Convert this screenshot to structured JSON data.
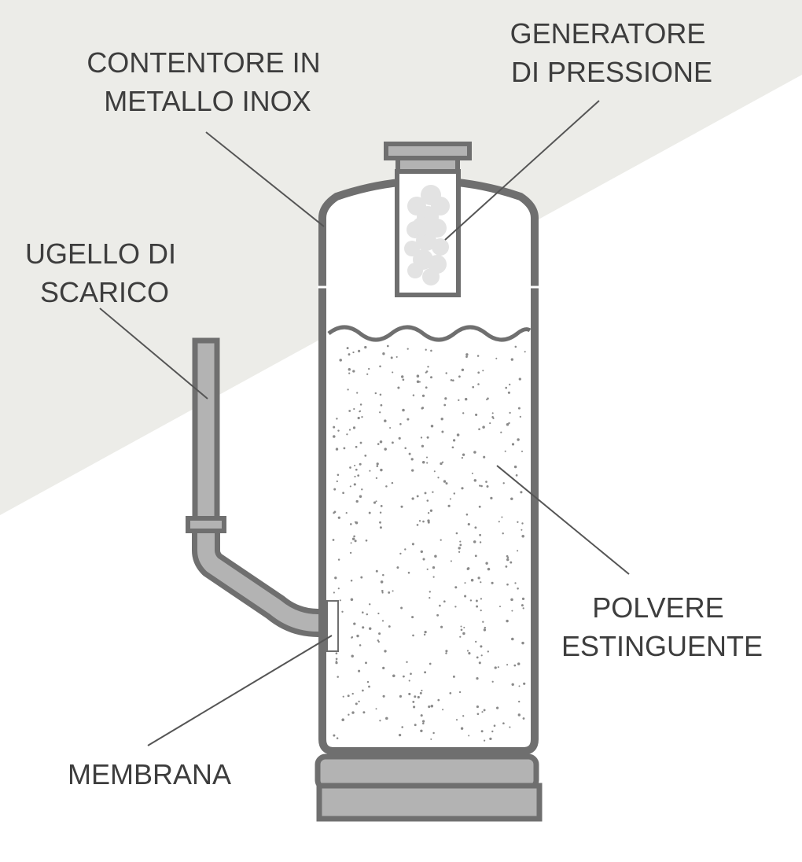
{
  "colors": {
    "background_band": "#ecece8",
    "outline": "#6f6f6f",
    "metal_fill": "#b3b3b3",
    "cloud": "#e3e3e3",
    "powder_dot": "#8a8a8a",
    "label_text": "#3d3d3d",
    "leader_line": "#555555"
  },
  "labels": {
    "container": [
      "CONTENTORE IN",
      "METALLO INOX"
    ],
    "generator": [
      "GENERATORE",
      "DI PRESSIONE"
    ],
    "nozzle": [
      "UGELLO DI",
      "SCARICO"
    ],
    "powder": [
      "POLVERE",
      "ESTINGUENTE"
    ],
    "membrane": [
      "MEMBRANA"
    ]
  }
}
